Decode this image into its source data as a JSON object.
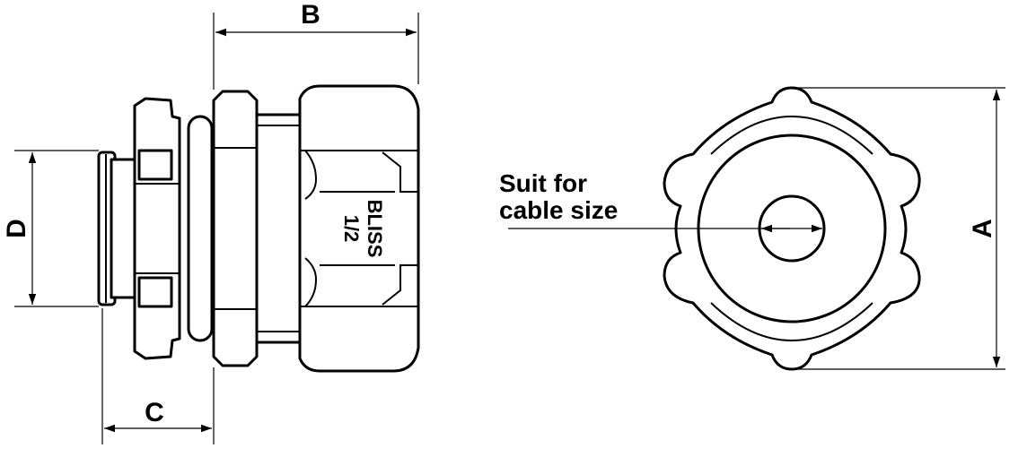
{
  "colors": {
    "line": "#000000",
    "background": "#ffffff"
  },
  "dimensions": {
    "a": "A",
    "b": "B",
    "c": "C",
    "d": "D"
  },
  "callout": {
    "line1": "Suit for",
    "line2": "cable size"
  },
  "body_marking": {
    "brand": "BLISS",
    "size": "1/2"
  }
}
